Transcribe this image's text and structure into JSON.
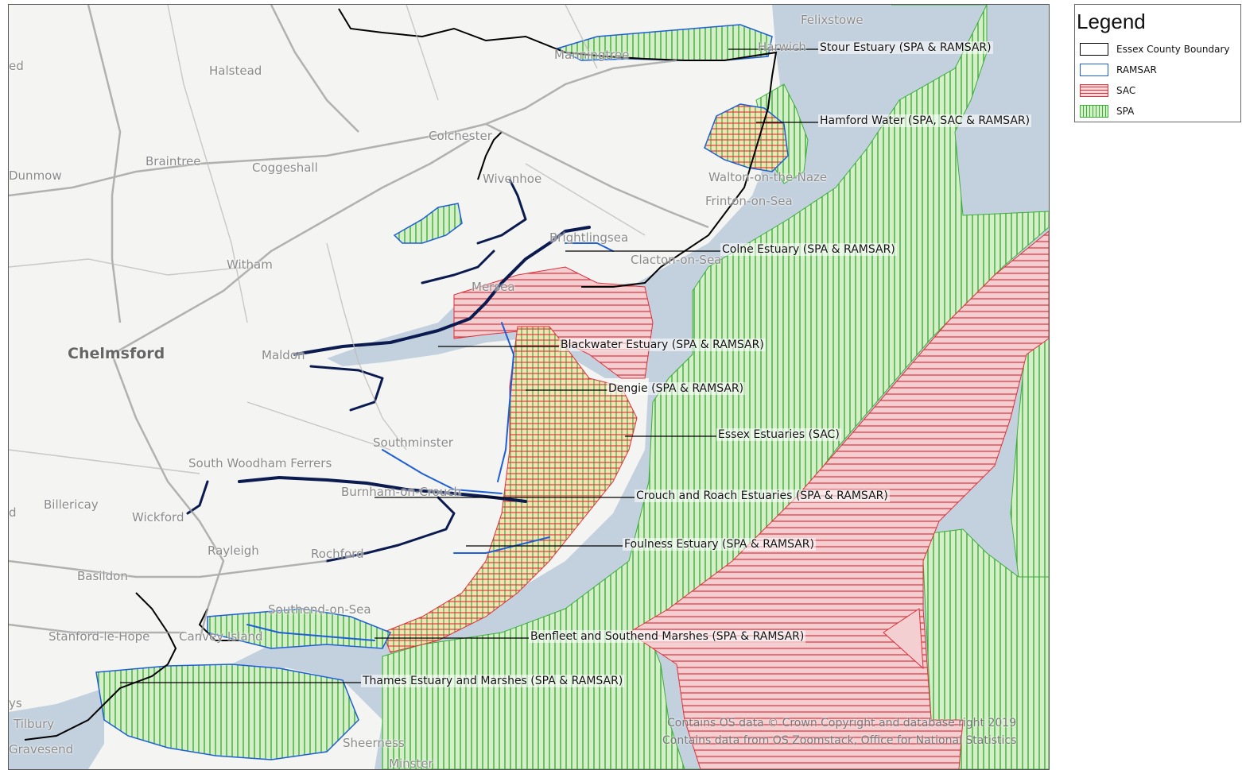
{
  "legend": {
    "title": "Legend",
    "items": [
      {
        "label": "Essex County Boundary",
        "icon": "boundary-swatch",
        "color": "#000000"
      },
      {
        "label": "RAMSAR",
        "icon": "ramsar-swatch",
        "color": "#1f5fd6"
      },
      {
        "label": "SAC",
        "icon": "sac-swatch",
        "color": "#e0303a"
      },
      {
        "label": "SPA",
        "icon": "spa-swatch",
        "color": "#3cae3c"
      }
    ]
  },
  "places": [
    {
      "name": "ed"
    },
    {
      "name": "Halstead"
    },
    {
      "name": "Manningtree"
    },
    {
      "name": "Harwich"
    },
    {
      "name": "Felixstowe"
    },
    {
      "name": "Colchester"
    },
    {
      "name": "Braintree"
    },
    {
      "name": "Coggeshall"
    },
    {
      "name": "Dunmow"
    },
    {
      "name": "Wivenhoe"
    },
    {
      "name": "Walton-on-the-Naze"
    },
    {
      "name": "Frinton-on-Sea"
    },
    {
      "name": "Brightlingsea"
    },
    {
      "name": "Clacton-on-Sea"
    },
    {
      "name": "Witham"
    },
    {
      "name": "Mersea"
    },
    {
      "name": "Chelmsford"
    },
    {
      "name": "Maldon"
    },
    {
      "name": "Southminster"
    },
    {
      "name": "South Woodham Ferrers"
    },
    {
      "name": "Billericay"
    },
    {
      "name": "Wickford"
    },
    {
      "name": "Burnham-on-Crouch"
    },
    {
      "name": "Rayleigh"
    },
    {
      "name": "Rochford"
    },
    {
      "name": "Basildon"
    },
    {
      "name": "Southend-on-Sea"
    },
    {
      "name": "Stanford-le-Hope"
    },
    {
      "name": "Canvey Island"
    },
    {
      "name": "Tilbury"
    },
    {
      "name": "Gravesend"
    },
    {
      "name": "Sheerness"
    },
    {
      "name": "Minster"
    },
    {
      "name": "ys"
    },
    {
      "name": "d"
    }
  ],
  "site_labels": [
    "Stour Estuary (SPA & RAMSAR)",
    "Hamford Water (SPA, SAC & RAMSAR)",
    "Colne Estuary (SPA & RAMSAR)",
    "Blackwater Estuary (SPA & RAMSAR)",
    "Dengie (SPA & RAMSAR)",
    "Essex Estuaries (SAC)",
    "Crouch and Roach Estuaries (SPA & RAMSAR)",
    "Foulness Estuary (SPA & RAMSAR)",
    "Benfleet and Southend Marshes (SPA & RAMSAR)",
    "Thames Estuary and Marshes (SPA & RAMSAR)"
  ],
  "attribution": [
    "Contains OS data © Crown Copyright and database right 2019",
    "Contains data from OS Zoomstack, Office for National Statistics"
  ],
  "colors": {
    "sea": "#c3d1de",
    "land": "#f4f4f2",
    "spa_fill": "#d6efc9",
    "spa_hatch": "#3cae3c",
    "sac_hatch": "#e0303a",
    "ramsar": "#1f5fd6",
    "road": "#9b9b9b"
  }
}
